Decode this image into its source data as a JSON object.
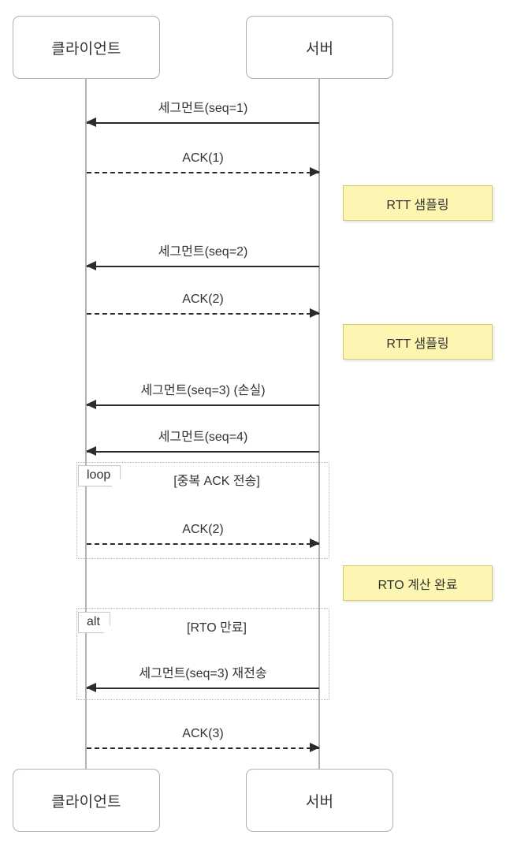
{
  "diagram": {
    "type": "uml-sequence-diagram",
    "background_color": "#ffffff",
    "line_color": "#2b2b2b",
    "lifeline_color": "#b3b3b3",
    "note_fill": "#fdf6b2",
    "note_border": "#d8c86a",
    "participant_border": "#b0b0b0",
    "fragment_border": "#b5b5b5"
  },
  "participants": [
    {
      "id": "client",
      "label": "클라이언트"
    },
    {
      "id": "server",
      "label": "서버"
    }
  ],
  "participants_bottom": [
    {
      "id": "client",
      "label": "클라이언트"
    },
    {
      "id": "server",
      "label": "서버"
    }
  ],
  "messages": [
    {
      "id": "m1",
      "label": "세그먼트(seq=1)",
      "from": "server",
      "to": "client",
      "style": "solid"
    },
    {
      "id": "m2",
      "label": "ACK(1)",
      "from": "client",
      "to": "server",
      "style": "dashed"
    },
    {
      "id": "m3",
      "label": "세그먼트(seq=2)",
      "from": "server",
      "to": "client",
      "style": "solid"
    },
    {
      "id": "m4",
      "label": "ACK(2)",
      "from": "client",
      "to": "server",
      "style": "dashed"
    },
    {
      "id": "m5",
      "label": "세그먼트(seq=3) (손실)",
      "from": "server",
      "to": "client",
      "style": "solid"
    },
    {
      "id": "m6",
      "label": "세그먼트(seq=4)",
      "from": "server",
      "to": "client",
      "style": "solid"
    },
    {
      "id": "m7",
      "label": "ACK(2)",
      "from": "client",
      "to": "server",
      "style": "dashed"
    },
    {
      "id": "m8",
      "label": "세그먼트(seq=3) 재전송",
      "from": "server",
      "to": "client",
      "style": "solid"
    },
    {
      "id": "m9",
      "label": "ACK(3)",
      "from": "client",
      "to": "server",
      "style": "dashed"
    }
  ],
  "notes": [
    {
      "id": "n1",
      "label": "RTT 샘플링"
    },
    {
      "id": "n2",
      "label": "RTT 샘플링"
    },
    {
      "id": "n3",
      "label": "RTO 계산 완료"
    }
  ],
  "fragments": [
    {
      "id": "f1",
      "operator": "loop",
      "condition": "[중복 ACK 전송]"
    },
    {
      "id": "f2",
      "operator": "alt",
      "condition": "[RTO 만료]"
    }
  ]
}
